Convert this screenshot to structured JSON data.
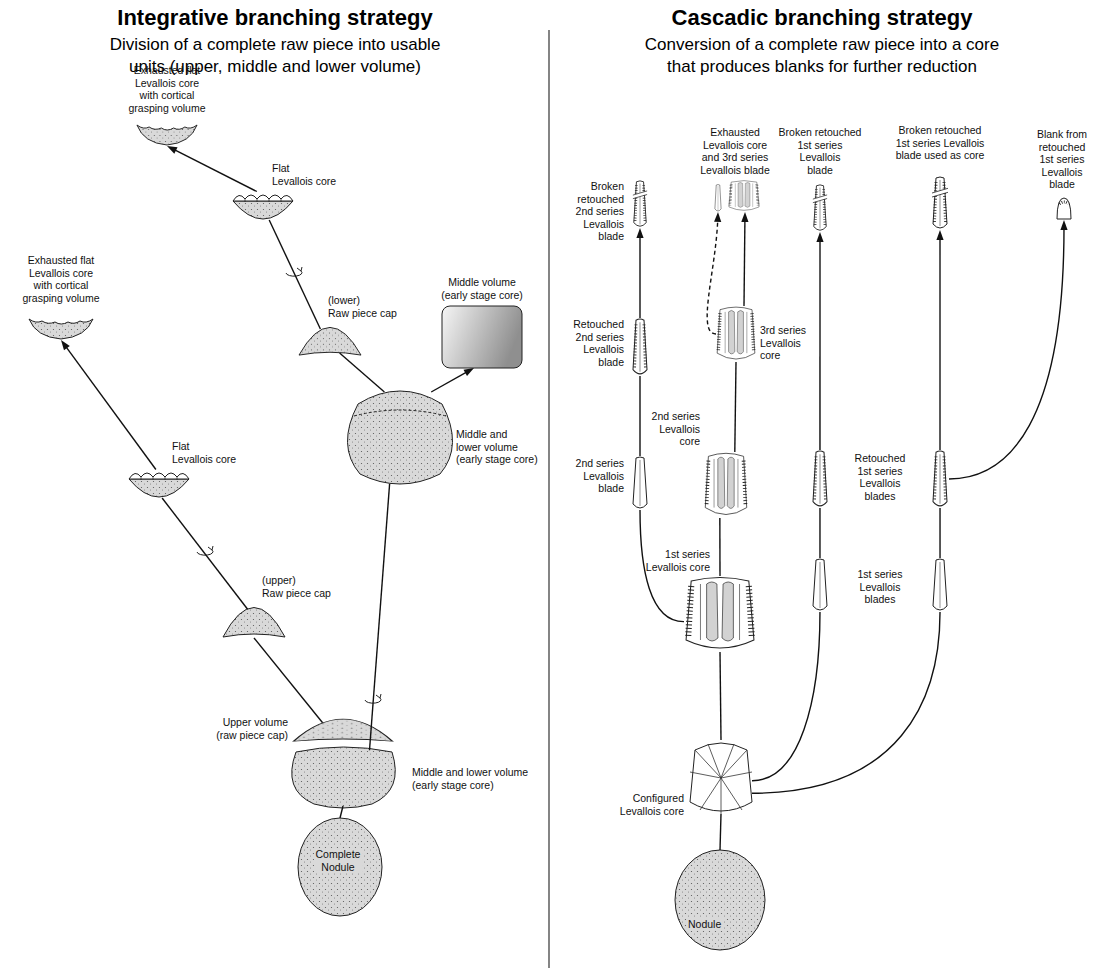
{
  "diagram": {
    "nodes": [
      {
        "text": [
          "Complete Nodule"
        ]
      },
      {
        "text": [
          "Middle and lower volume (early stage core)"
        ]
      },
      {
        "text": [
          "Upper volume (raw piece cap)"
        ]
      },
      {
        "text": [
          "(upper) Raw piece cap"
        ]
      },
      {
        "text": [
          "Flat Levallois core"
        ]
      },
      {
        "text": [
          "Exhausted flat Levallois core with cortical grasping volume"
        ]
      },
      {
        "text": [
          "Middle and lower volume (early stage core)"
        ]
      },
      {
        "text": [
          "Middle volume (early stage core)"
        ]
      },
      {
        "text": [
          "(lower) Raw piece cap"
        ]
      },
      {
        "text": [
          "Flat Levallois core"
        ]
      },
      {
        "text": [
          "Exhausted flat Levallois core with cortical grasping volume"
        ]
      },
      {
        "text": [
          "Nodule"
        ]
      },
      {
        "text": [
          "Configured Levallois core"
        ]
      },
      {
        "text": [
          "1st series Levallois core"
        ]
      },
      {
        "text": [
          "2nd series Levallois core"
        ]
      },
      {
        "text": [
          "3rd series Levallois core"
        ]
      },
      {
        "text": [
          "Exhausted Levallois core and 3rd series Levallois blade"
        ]
      },
      {
        "text": [
          "2nd series Levallois blade"
        ]
      },
      {
        "text": [
          "Retouched 2nd series Levallois blade"
        ]
      },
      {
        "text": [
          "Broken retouched 2nd series Levallois blade"
        ]
      },
      {
        "text": [
          "1st series Levallois blades"
        ]
      },
      {
        "text": [
          "Retouched 1st series Levallois blades"
        ]
      },
      {
        "text": [
          "Broken retouched 1st series Levallois blade"
        ]
      },
      {
        "text": [
          "Broken retouched 1st series Levallois blade used as core"
        ]
      },
      {
        "text": [
          "Blank from retouched 1st series Levallois blade"
        ]
      }
    ],
    "edges": [
      {
        "from": 0,
        "to": 1,
        "arrow": "none"
      },
      {
        "from": 2,
        "to": 3,
        "arrow": "none"
      },
      {
        "from": 3,
        "to": 4,
        "arrow": "none"
      },
      {
        "from": 4,
        "to": 5,
        "arrow": "to"
      },
      {
        "from": 1,
        "to": 6,
        "arrow": "none"
      },
      {
        "from": 6,
        "to": 7,
        "arrow": "to"
      },
      {
        "from": 6,
        "to": 8,
        "arrow": "none"
      },
      {
        "from": 8,
        "to": 9,
        "arrow": "none"
      },
      {
        "from": 9,
        "to": 10,
        "arrow": "to"
      },
      {
        "from": 11,
        "to": 12,
        "arrow": "none"
      },
      {
        "from": 12,
        "to": 13,
        "arrow": "none"
      },
      {
        "from": 12,
        "to": 20,
        "arrow": "none"
      },
      {
        "from": 12,
        "to": 20,
        "arrow": "none"
      },
      {
        "from": 13,
        "to": 14,
        "arrow": "none"
      },
      {
        "from": 13,
        "to": 17,
        "arrow": "none"
      },
      {
        "from": 14,
        "to": 15,
        "arrow": "none"
      },
      {
        "from": 15,
        "to": 16,
        "arrow": "to"
      },
      {
        "from": 15,
        "to": 16,
        "arrow": "to"
      },
      {
        "from": 17,
        "to": 18,
        "arrow": "none"
      },
      {
        "from": 18,
        "to": 19,
        "arrow": "to"
      },
      {
        "from": 20,
        "to": 21,
        "arrow": "none"
      },
      {
        "from": 20,
        "to": 21,
        "arrow": "none"
      },
      {
        "from": 21,
        "to": 22,
        "arrow": "to"
      },
      {
        "from": 21,
        "to": 23,
        "arrow": "to"
      },
      {
        "from": 21,
        "to": 24,
        "arrow": "to"
      }
    ],
    "labels": [
      "Integrative branching strategy",
      "Division of a complete raw piece into usable units (upper, middle and lower volume)",
      "Cascadic branching strategy",
      "Conversion of a complete raw piece into a core that produces blanks for further reduction"
    ]
  }
}
